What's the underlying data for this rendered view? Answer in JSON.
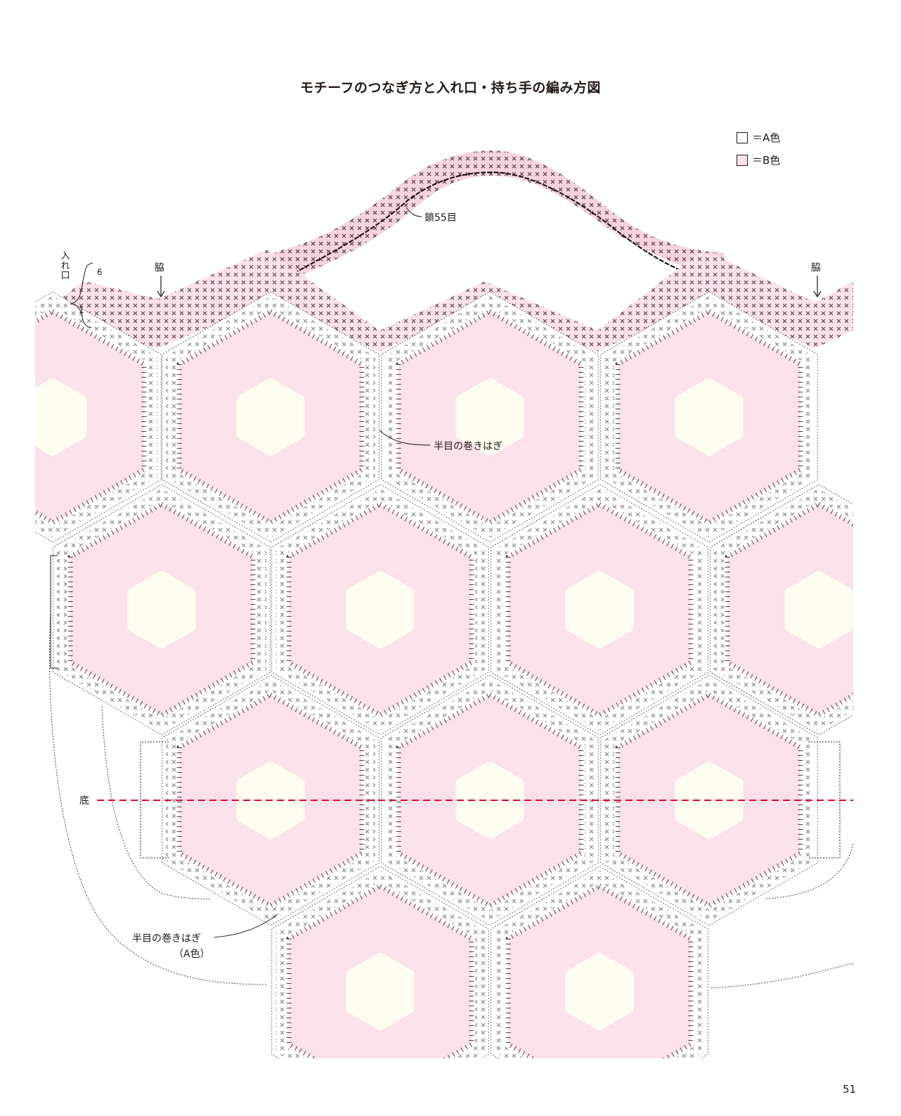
{
  "title": "モチーフのつなぎ方と入れ口・持ち手の編み方図",
  "legend": [
    {
      "swatch": "#ffffff",
      "label": "＝A色"
    },
    {
      "swatch": "#fbe1ea",
      "label": "＝B色"
    }
  ],
  "labels": {
    "chain": "鎖55目",
    "side_left": "脇",
    "side_right": "脇",
    "opening": "入れ口",
    "rows_top": "6",
    "rows_bottom": "1",
    "seam_mid": "半目の巻きはぎ",
    "bottom": "底",
    "seam_lower": "半目の巻きはぎ",
    "seam_lower_sub": "（A色）"
  },
  "page_number": "51",
  "colors": {
    "pink": "#fbe1ea",
    "cream": "#fffdf0",
    "line": "#231815",
    "bottom_line": "#e60033",
    "handle": "#f7d3df"
  }
}
